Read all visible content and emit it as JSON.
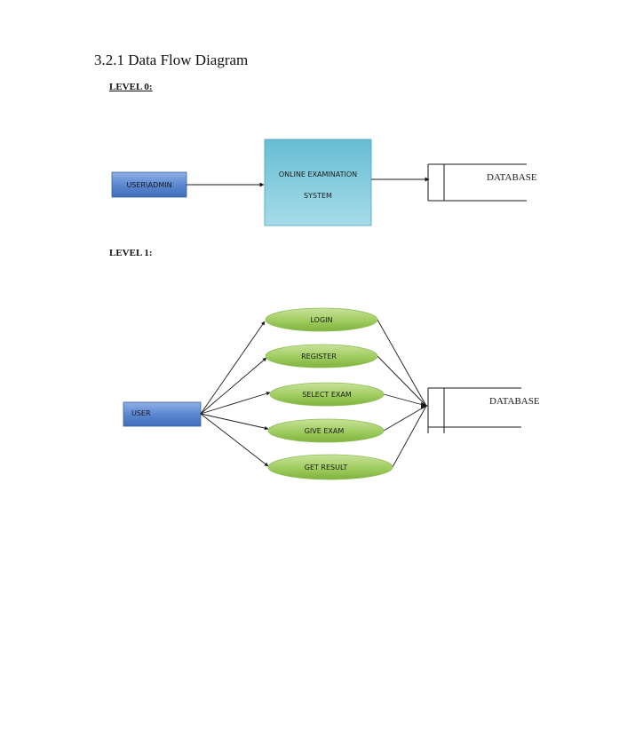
{
  "heading": "3.2.1 Data Flow Diagram",
  "level0": {
    "label": "LEVEL 0:",
    "user_box": "USER\\ADMIN",
    "system_box_line1": "ONLINE EXAMINATION",
    "system_box_line2": "SYSTEM",
    "database": "DATABASE"
  },
  "level1": {
    "label": "LEVEL 1:",
    "user_box": "USER",
    "processes": [
      "LOGIN",
      "REGISTER",
      "SELECT EXAM",
      "GIVE EXAM",
      "GET RESULT"
    ],
    "database": "DATABASE"
  },
  "colors": {
    "user_box": "#4f7fce",
    "system_box": "#7cc9da",
    "process_ellipse": "#9bc85a",
    "line": "#1a1a1a"
  }
}
